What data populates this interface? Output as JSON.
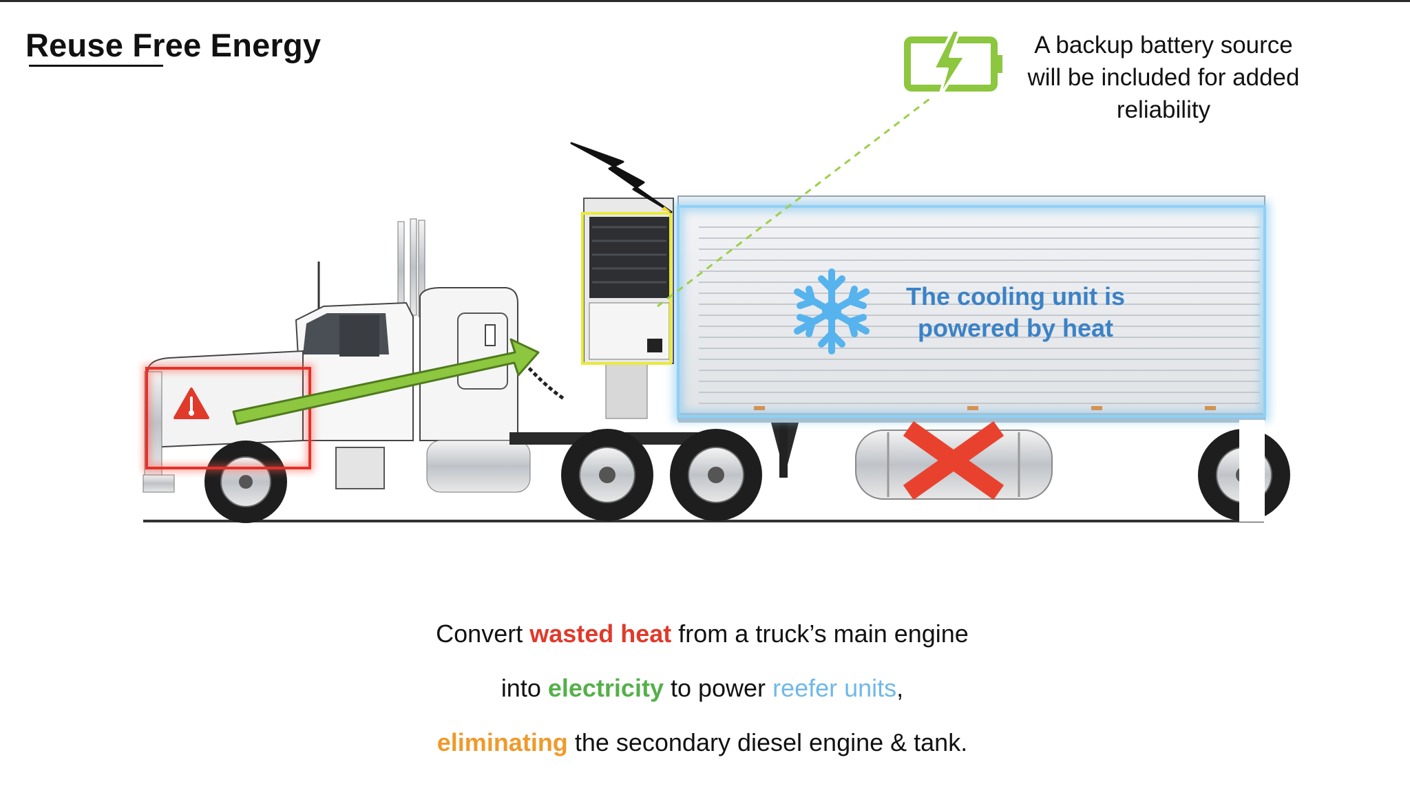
{
  "slide": {
    "title": "Reuse Free Energy",
    "battery_note": {
      "line1": "A backup battery source",
      "line2": "will be included for added",
      "line3": "reliability"
    },
    "cooling_label": {
      "line1": "The cooling unit is",
      "line2": "powered by heat"
    },
    "tagline": {
      "line1_pre": "Convert ",
      "line1_hl": "wasted heat",
      "line1_post": " from a truck’s main engine",
      "line2_pre": "into ",
      "line2_hl": "electricity",
      "line2_mid": " to power ",
      "line2_hl2": "reefer units",
      "line2_post": ",",
      "line3_hl": "eliminating",
      "line3_post": " the secondary diesel engine & tank."
    }
  },
  "colors": {
    "heat": "#e03a2b",
    "electricity": "#55b04a",
    "reefer": "#6fb8e8",
    "eliminate": "#ef9a2c",
    "battery": "#8dc63f",
    "cooling_text": "#3b82c6",
    "trailer_glow": "#7fc4ee"
  },
  "icons": [
    "battery-charging-icon",
    "lightning-bolt-icon",
    "snowflake-icon",
    "heat-warning-icon",
    "cross-out-icon"
  ]
}
